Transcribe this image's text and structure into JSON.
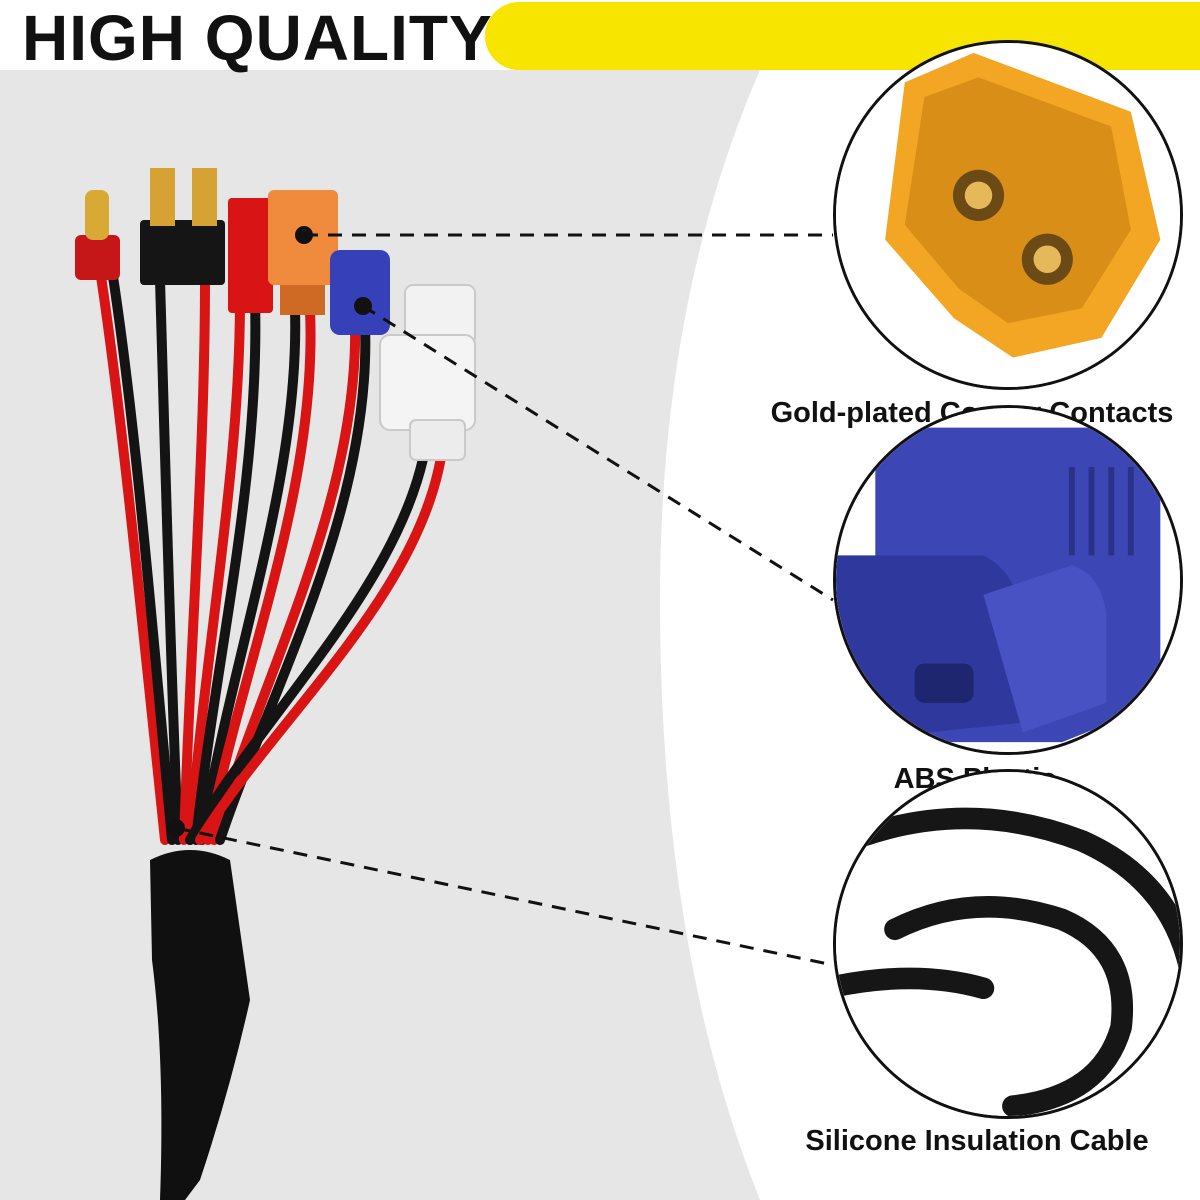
{
  "header": {
    "title": "HIGH QUALITY",
    "accent_color": "#f7e500"
  },
  "features": [
    {
      "caption": "Gold-plated Copper Contacts",
      "icon": "xt90-connector-closeup"
    },
    {
      "caption": "ABS Plastic",
      "icon": "ec3-connector-closeup"
    },
    {
      "caption": "Silicone Insulation Cable",
      "icon": "coiled-cable-closeup"
    }
  ],
  "product": {
    "icon": "multi-connector-charging-cable",
    "colors": {
      "red": "#d81414",
      "black": "#141414",
      "orange": "#f08a3c",
      "blue": "#3640b8"
    }
  }
}
